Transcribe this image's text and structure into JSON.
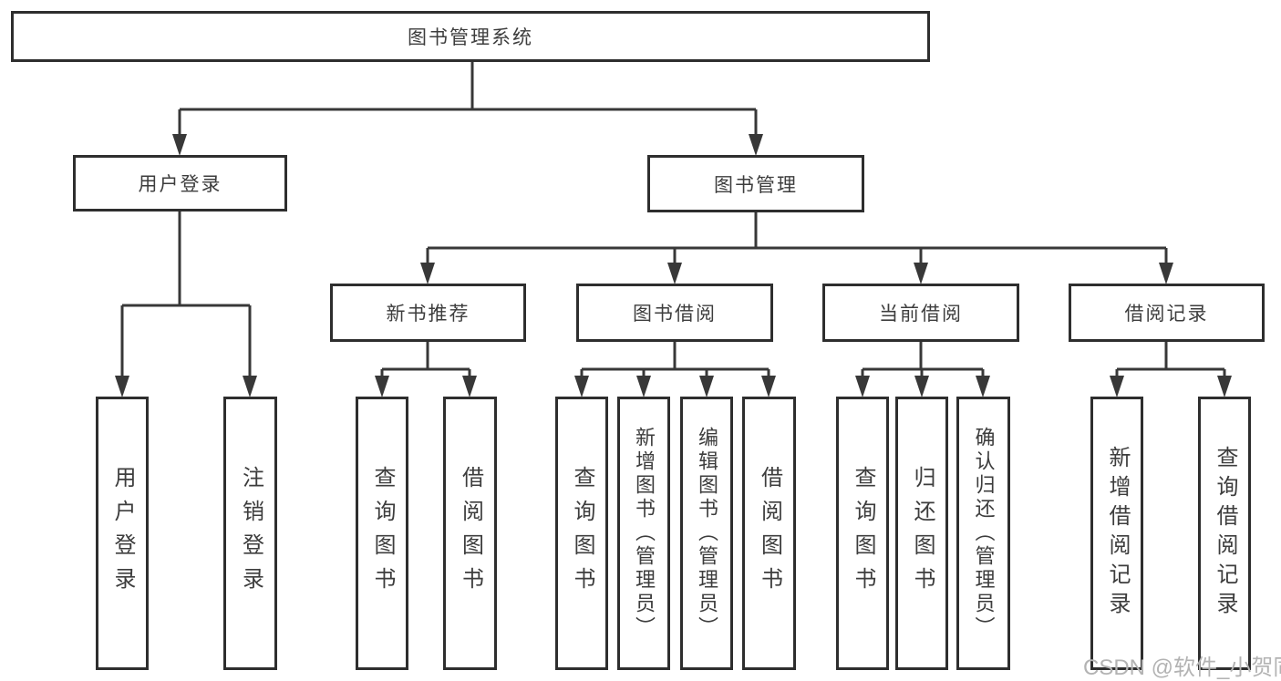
{
  "title": "图书管理系统",
  "colors": {
    "line": "#383838",
    "border": "#2e2e2e",
    "text": "#3d3d3d",
    "watermark": "#b3b3b3",
    "background": "#ffffff"
  },
  "tree": {
    "root": "图书管理系统",
    "children": [
      {
        "label": "用户登录",
        "children": [
          "用户登录",
          "注销登录"
        ]
      },
      {
        "label": "图书管理",
        "children": [
          {
            "label": "新书推荐",
            "children": [
              "查询图书",
              "借阅图书"
            ]
          },
          {
            "label": "图书借阅",
            "children": [
              "查询图书",
              "新增图书（管理员）",
              "编辑图书（管理员）",
              "借阅图书"
            ]
          },
          {
            "label": "当前借阅",
            "children": [
              "查询图书",
              "归还图书",
              "确认归还（管理员）"
            ]
          },
          {
            "label": "借阅记录",
            "children": [
              "新增借阅记录",
              "查询借阅记录"
            ]
          }
        ]
      }
    ]
  },
  "watermark": "CSDN @软件_小贺同学"
}
